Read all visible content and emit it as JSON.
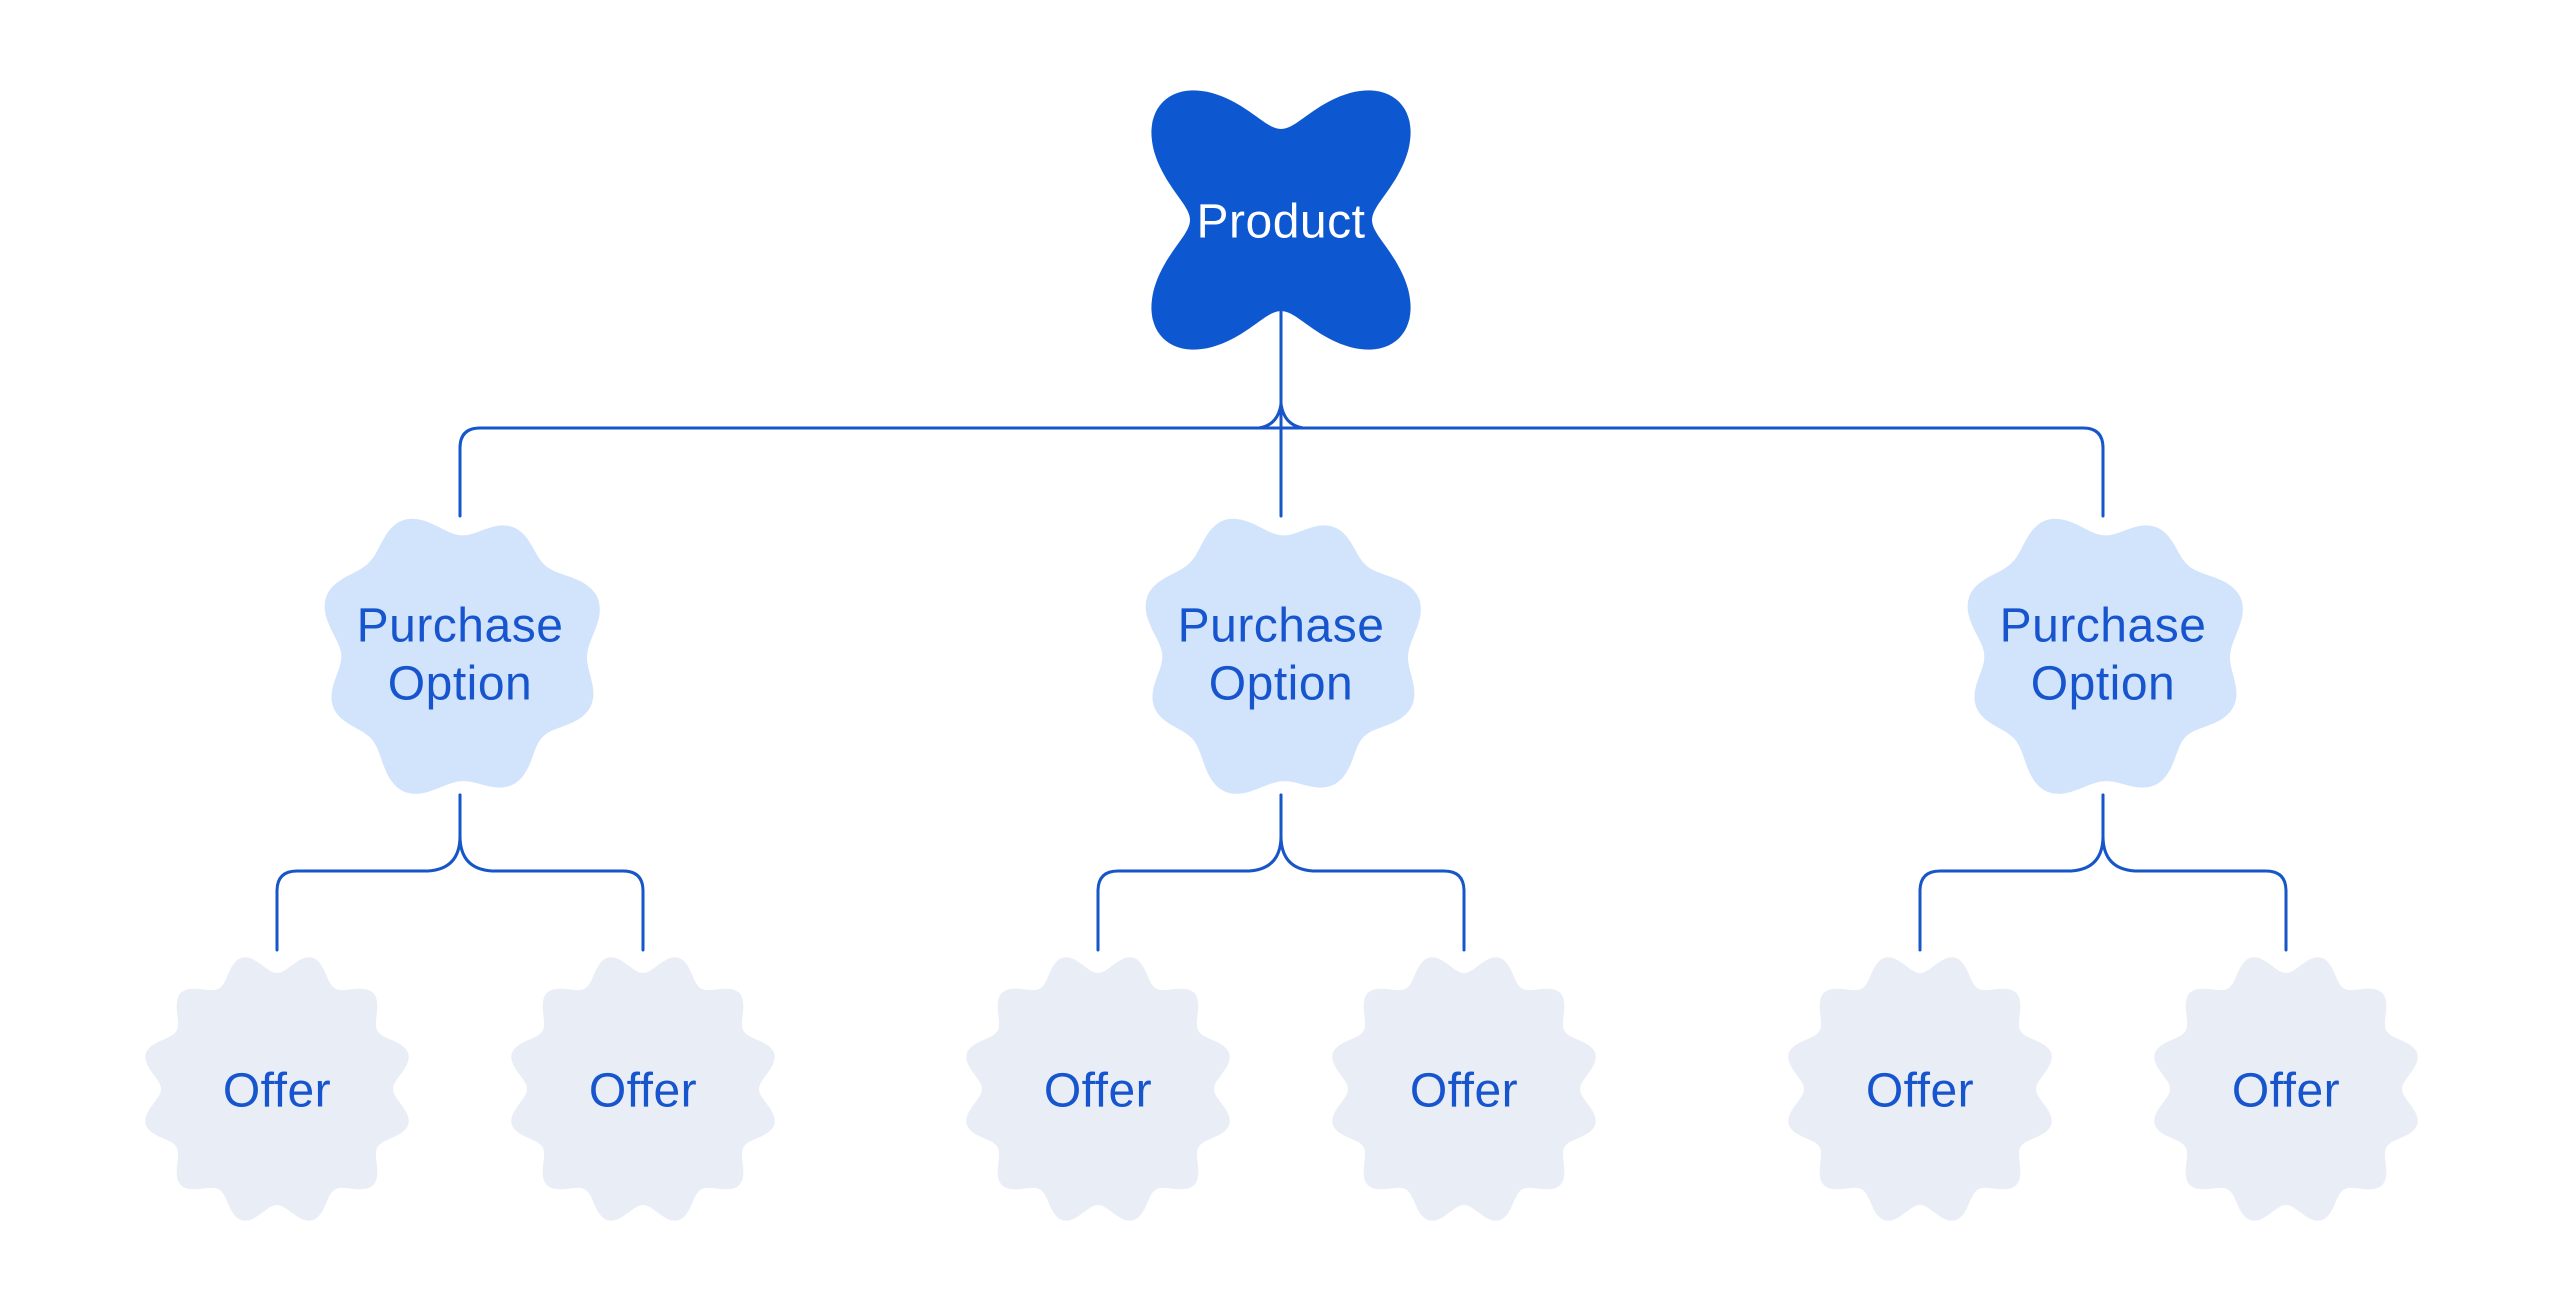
{
  "diagram": {
    "root": {
      "label": "Product"
    },
    "purchase_options": [
      {
        "line1": "Purchase",
        "line2": "Option"
      },
      {
        "line1": "Purchase",
        "line2": "Option"
      },
      {
        "line1": "Purchase",
        "line2": "Option"
      }
    ],
    "offers": [
      {
        "label": "Offer"
      },
      {
        "label": "Offer"
      },
      {
        "label": "Offer"
      },
      {
        "label": "Offer"
      },
      {
        "label": "Offer"
      },
      {
        "label": "Offer"
      }
    ],
    "colors": {
      "background": "#FFFFFF",
      "connector": "#1656C8",
      "root_fill": "#0D57D0",
      "root_text": "#FFFFFF",
      "option_fill": "#D2E3FC",
      "offer_fill": "#E9EDF6",
      "label_text": "#1655CE"
    }
  }
}
